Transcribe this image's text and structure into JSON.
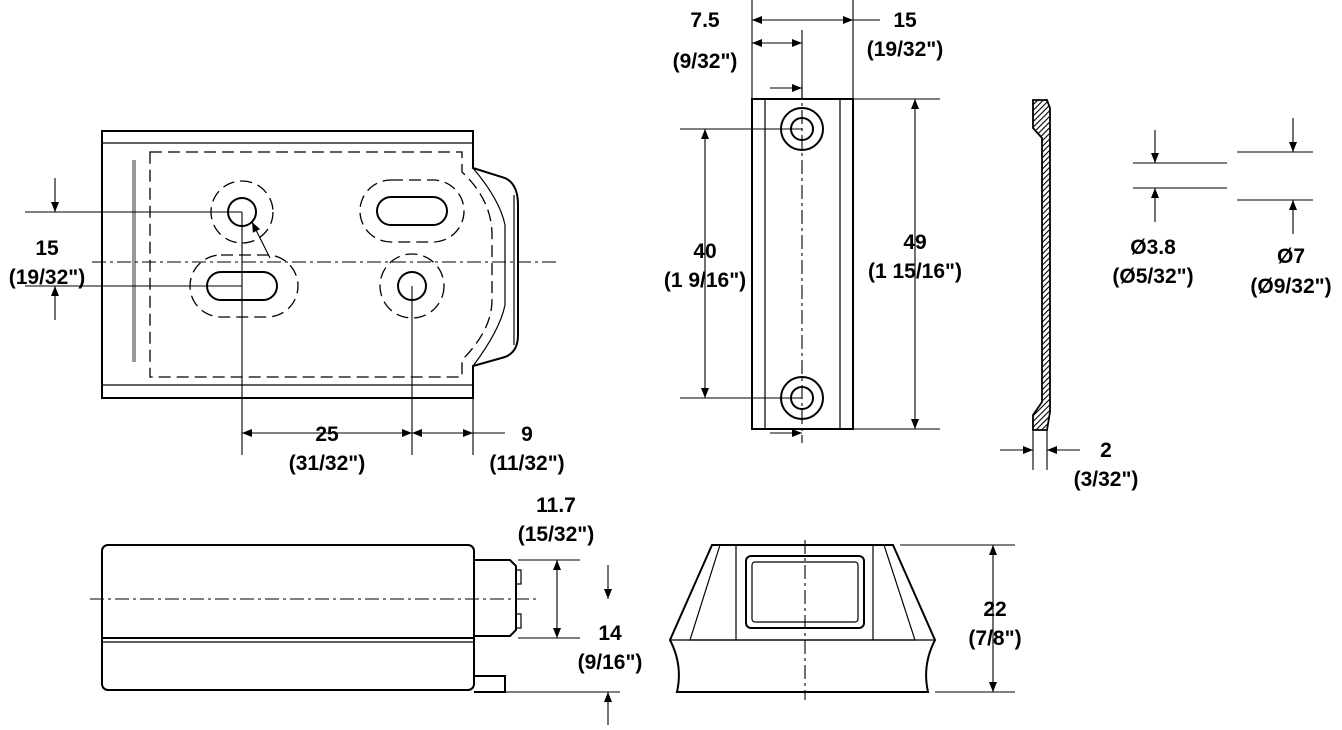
{
  "dimensions": {
    "d15_left": {
      "mm": "15",
      "in": "(19/32\")"
    },
    "d25": {
      "mm": "25",
      "in": "(31/32\")"
    },
    "d9": {
      "mm": "9",
      "in": "(11/32\")"
    },
    "d7_5": {
      "mm": "7.5",
      "in": "(9/32\")"
    },
    "d15_top": {
      "mm": "15",
      "in": "(19/32\")"
    },
    "d40": {
      "mm": "40",
      "in": "(1 9/16\")"
    },
    "d49": {
      "mm": "49",
      "in": "(1 15/16\")"
    },
    "d2": {
      "mm": "2",
      "in": "(3/32\")"
    },
    "dia3_8": {
      "mm": "Ø3.8",
      "in": "(Ø5/32\")"
    },
    "dia7": {
      "mm": "Ø7",
      "in": "(Ø9/32\")"
    },
    "d11_7": {
      "mm": "11.7",
      "in": "(15/32\")"
    },
    "d14": {
      "mm": "14",
      "in": "(9/16\")"
    },
    "d22": {
      "mm": "22",
      "in": "(7/8\")"
    }
  }
}
